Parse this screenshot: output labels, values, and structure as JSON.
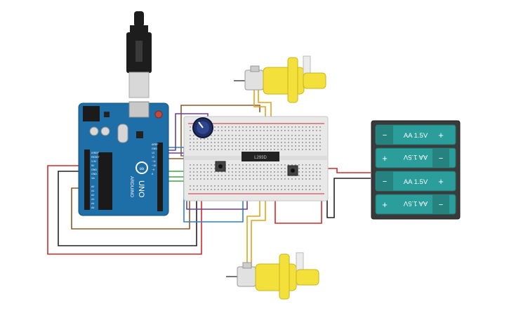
{
  "arduino": {
    "brand": "ARDUINO",
    "model": "UNO",
    "header_labels": [
      "AREF",
      "GND",
      "13",
      "12",
      "~11",
      "~10",
      "~9",
      "8"
    ],
    "power_labels": [
      "IOREF",
      "RESET",
      "3.3V",
      "5V",
      "GND",
      "GND",
      "Vin"
    ],
    "analog_labels": [
      "A0",
      "A1",
      "A2",
      "A3",
      "A4",
      "A5"
    ]
  },
  "chip": {
    "label": "L293D"
  },
  "battery_pack": {
    "cells": [
      {
        "label": "AA 1.5V",
        "minus": "−",
        "plus": "+"
      },
      {
        "label": "AA 1.5V",
        "minus": "−",
        "plus": "+"
      },
      {
        "label": "AA 1.5V",
        "minus": "−",
        "plus": "+"
      },
      {
        "label": "AA 1.5V",
        "minus": "−",
        "plus": "+"
      }
    ]
  },
  "colors": {
    "arduino_board": "#1e6ea7",
    "battery_body": "#3a3a3a",
    "battery_cell": "#2b9d9a",
    "motor_body": "#f3e03b",
    "breadboard": "#e8e8e8",
    "wire_red": "#d32a2a",
    "wire_black": "#222222",
    "wire_brown": "#8a5a2b",
    "wire_orange": "#e6a11c",
    "wire_purple": "#6b3fa0",
    "wire_blue": "#2f7fd1",
    "wire_green": "#3aa83a"
  }
}
